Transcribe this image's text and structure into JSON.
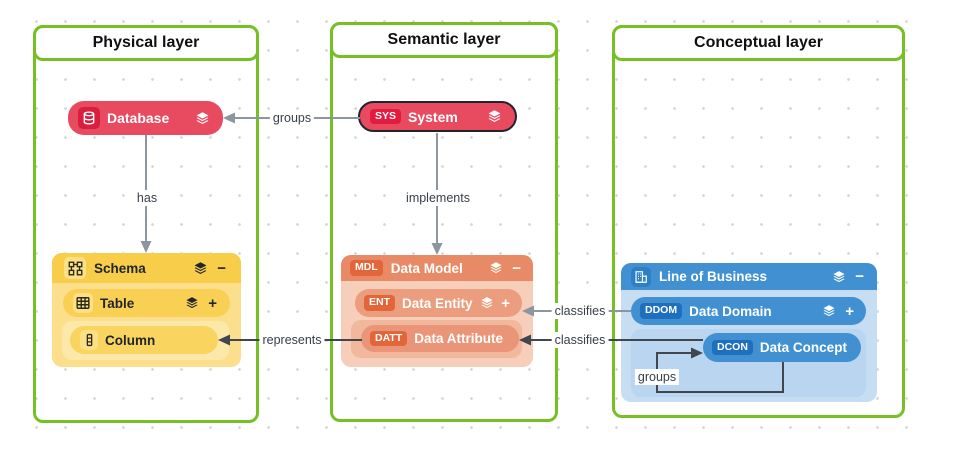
{
  "layers": {
    "physical": {
      "title": "Physical layer"
    },
    "semantic": {
      "title": "Semantic layer"
    },
    "conceptual": {
      "title": "Conceptual layer"
    }
  },
  "nodes": {
    "database": {
      "label": "Database"
    },
    "system": {
      "label": "System",
      "badge": "SYS"
    },
    "schema": {
      "label": "Schema"
    },
    "table": {
      "label": "Table"
    },
    "column": {
      "label": "Column"
    },
    "data_model": {
      "label": "Data Model",
      "badge": "MDL"
    },
    "data_entity": {
      "label": "Data Entity",
      "badge": "ENT"
    },
    "data_attribute": {
      "label": "Data Attribute",
      "badge": "DATT"
    },
    "line_of_business": {
      "label": "Line of Business"
    },
    "data_domain": {
      "label": "Data Domain",
      "badge": "DDOM"
    },
    "data_concept": {
      "label": "Data Concept",
      "badge": "DCON"
    }
  },
  "edges": {
    "groups": {
      "label": "groups"
    },
    "has": {
      "label": "has"
    },
    "implements": {
      "label": "implements"
    },
    "represents": {
      "label": "represents"
    },
    "classifies_domain_entity": {
      "label": "classifies"
    },
    "classifies_concept_attribute": {
      "label": "classifies"
    },
    "groups_concept_loop": {
      "label": "groups"
    }
  },
  "controls": {
    "collapse": "−",
    "expand": "+"
  },
  "colors": {
    "layer_border": "#77C024",
    "red_node": "#E84A5F",
    "red_badge": "#D8203E",
    "system_border": "#20252D",
    "yellow_header": "#F8CD49",
    "yellow_body": "#FBDF8C",
    "yellow_pill": "#F9D053",
    "orange_header": "#E98A66",
    "orange_badge": "#E2663A",
    "orange_body": "#F6CEBA",
    "blue_header": "#4191D2",
    "blue_badge": "#1E6FBD",
    "blue_body": "#C7DDF2",
    "edge_gray": "#8C96A0",
    "edge_dark": "#40464E"
  }
}
